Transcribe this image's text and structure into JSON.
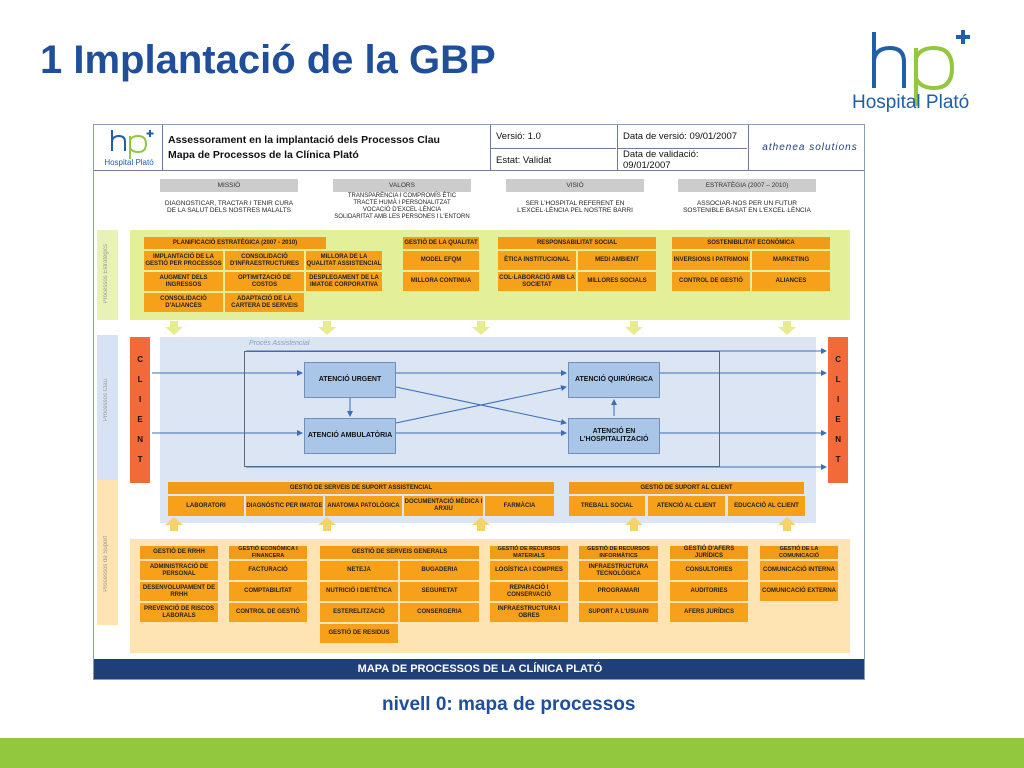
{
  "slide": {
    "title": "1 Implantació de la GBP",
    "caption": "nivell 0: mapa de processos",
    "logo_text": "Hospital Plató",
    "colors": {
      "title_blue": "#1f4e9a",
      "green_bar": "#92c83e",
      "orange": "#f7a11a",
      "client_red": "#f26a3a"
    }
  },
  "sheet": {
    "header": {
      "logo_text": "Hospital Plató",
      "title_line1": "Assessorament en la implantació dels Processos Clau",
      "title_line2": "Mapa de Processos de la Clínica Plató",
      "version": "Versió: 1.0",
      "status": "Estat: Validat",
      "version_date": "Data de versió: 09/01/2007",
      "validation_date": "Data de validació: 09/01/2007",
      "partner_logo": "athenea solutions"
    },
    "bands": [
      {
        "title": "MISSIÓ",
        "body": "DIAGNOSTICAR, TRACTAR I TENIR CURA DE LA SALUT DELS NOSTRES MALALTS"
      },
      {
        "title": "VALORS",
        "body": "TRANSPARÈNCIA I COMPROMÍS ÈTIC\nTRACTE HUMÀ I PERSONALITZAT\nVOCACIÓ D'EXCEL·LÈNCIA\nSOLIDARITAT AMB LES PERSONES I L'ENTORN"
      },
      {
        "title": "VISIÓ",
        "body": "SER L'HOSPITAL REFERENT EN L'EXCEL·LÈNCIA PEL NOSTRE BARRI"
      },
      {
        "title": "ESTRATÈGIA (2007 – 2010)",
        "body": "ASSOCIAR-NOS PER UN FUTUR SOSTENIBLE BASAT EN L'EXCEL·LÈNCIA"
      }
    ],
    "side_labels": {
      "strategic": "Processos Estratègics",
      "key": "Processos Clau",
      "support": "Processos de Suport"
    },
    "strategic": {
      "planning": {
        "title": "PLANIFICACIÓ ESTRATÈGICA (2007 - 2010)",
        "items": [
          "IMPLANTACIÓ DE LA GESTIÓ PER PROCESSOS",
          "CONSOLIDACIÓ D'INFRAESTRUCTURES",
          "MILLORA DE LA QUALITAT ASSISTENCIAL",
          "AUGMENT DELS INGRESSOS",
          "OPTIMITZACIÓ DE COSTOS",
          "DESPLEGAMENT DE LA IMATGE CORPORATIVA",
          "CONSOLIDACIÓ D'ALIANCES",
          "ADAPTACIÓ DE LA CARTERA DE SERVEIS"
        ]
      },
      "quality": {
        "title": "GESTIÓ DE LA QUALITAT",
        "items": [
          "MODEL EFQM",
          "MILLORA CONTINUA"
        ]
      },
      "social": {
        "title": "RESPONSABILITAT SOCIAL",
        "items": [
          "ÈTICA INSTITUCIONAL",
          "MEDI AMBIENT",
          "COL·LABORACIÓ AMB LA SOCIETAT",
          "MILLORES SOCIALS"
        ]
      },
      "economic": {
        "title": "SOSTENIBILITAT ECONÒMICA",
        "items": [
          "INVERSIONS I PATRIMONI",
          "MARKETING",
          "CONTROL DE GESTIÓ",
          "ALIANCES"
        ]
      }
    },
    "key": {
      "client_label": "C L I E N T",
      "process_label": "Procés Assistencial",
      "blocks": [
        "ATENCIÓ URGENT",
        "ATENCIÓ QUIRÚRGICA",
        "ATENCIÓ AMBULATÒRIA",
        "ATENCIÓ EN L'HOSPITALITZACIÓ"
      ],
      "support_assist": {
        "title": "GESTIÓ DE SERVEIS DE SUPORT ASSISTENCIAL",
        "items": [
          "LABORATORI",
          "DIAGNÒSTIC PER IMATGE",
          "ANATOMIA PATOLÒGICA",
          "DOCUMENTACIÓ MÈDICA I ARXIU",
          "FARMÀCIA"
        ]
      },
      "support_client": {
        "title": "GESTIÓ DE SUPORT AL CLIENT",
        "items": [
          "TREBALL SOCIAL",
          "ATENCIÓ AL CLIENT",
          "EDUCACIÓ AL CLIENT"
        ]
      }
    },
    "support": {
      "rrhh": {
        "title": "GESTIÓ DE RRHH",
        "items": [
          "ADMINISTRACIÓ DE PERSONAL",
          "DESENVOLUPAMENT DE RRHH",
          "PREVENCIÓ DE RISCOS LABORALS"
        ]
      },
      "econ": {
        "title": "GESTIÓ ECONÒMICA I FINANCERA",
        "items": [
          "FACTURACIÓ",
          "COMPTABILITAT",
          "CONTROL DE GESTIÓ"
        ]
      },
      "general": {
        "title": "GESTIÓ DE SERVEIS GENERALS",
        "items": [
          "NETEJA",
          "BUGADERIA",
          "NUTRICIÓ I DIETÈTICA",
          "SEGURETAT",
          "ESTERELITZACIÓ",
          "CONSERGERIA",
          "GESTIÓ DE RESIDUS"
        ]
      },
      "materials": {
        "title": "GESTIÓ DE RECURSOS MATERIALS",
        "items": [
          "LOGÍSTICA I COMPRES",
          "REPARACIÓ I CONSERVACIÓ",
          "INFRAESTRUCTURA I OBRES"
        ]
      },
      "it": {
        "title": "GESTIÓ DE RECURSOS INFORMÀTICS",
        "items": [
          "INFRAESTRUCTURA TECNOLÒGICA",
          "PROGRAMARI",
          "SUPORT A L'USUARI"
        ]
      },
      "legal": {
        "title": "GESTIÓ D'AFERS JURÍDICS",
        "items": [
          "CONSULTORIES",
          "AUDITORIES",
          "AFERS JURÍDICS"
        ]
      },
      "comm": {
        "title": "GESTIÓ DE LA COMUNICACIÓ",
        "items": [
          "COMUNICACIÓ INTERNA",
          "COMUNICACIÓ EXTERNA"
        ]
      }
    },
    "footer": "MAPA DE PROCESSOS DE LA CLÍNICA PLATÓ"
  }
}
